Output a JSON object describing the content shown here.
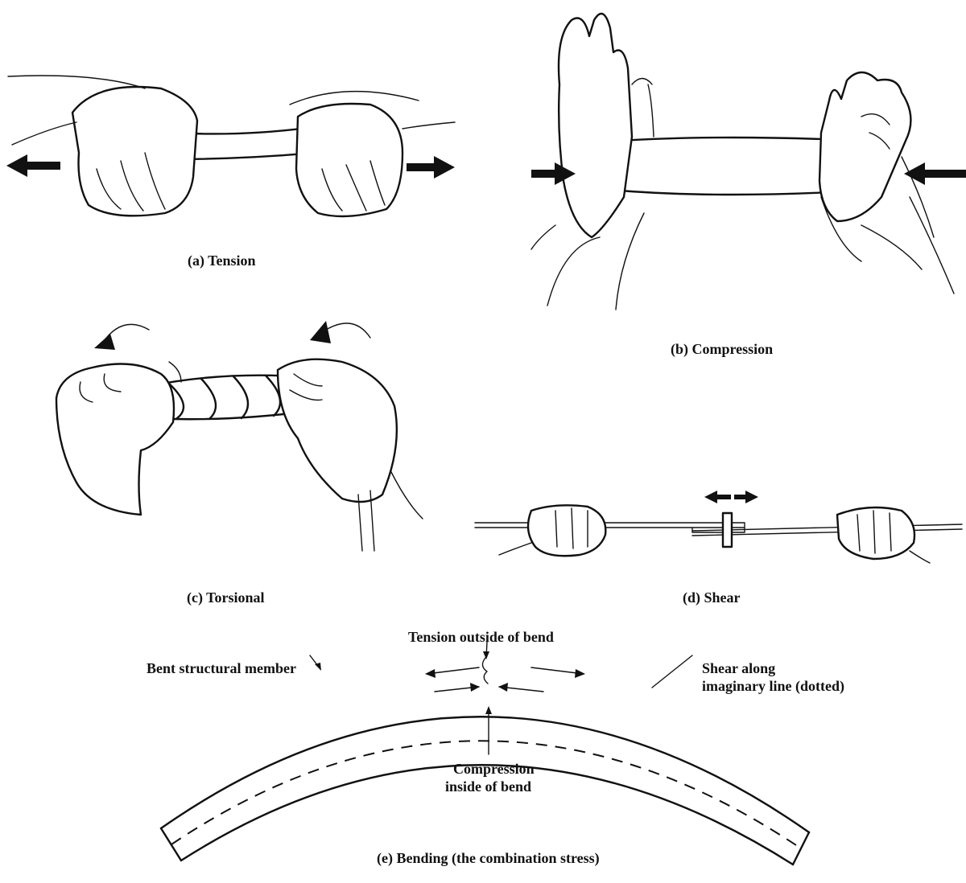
{
  "panels": {
    "tension": {
      "caption": "(a)  Tension"
    },
    "compression": {
      "caption": "(b)  Compression"
    },
    "torsional": {
      "caption": "(c)  Torsional"
    },
    "shear": {
      "caption": "(d)  Shear"
    },
    "bending": {
      "caption": "(e)  Bending (the combination stress)",
      "labels": {
        "bent_member": "Bent structural member",
        "tension_outside": "Tension outside of bend",
        "shear_line_1": "Shear along",
        "shear_line_2": "imaginary line (dotted)",
        "compression_1": "Compression",
        "compression_2": "inside of bend"
      }
    }
  },
  "icons": [
    "left-arrow-icon",
    "right-arrow-icon",
    "twist-arrow-icon",
    "hand-icon"
  ],
  "colors": {
    "ink": "#111111",
    "paper": "#ffffff"
  }
}
